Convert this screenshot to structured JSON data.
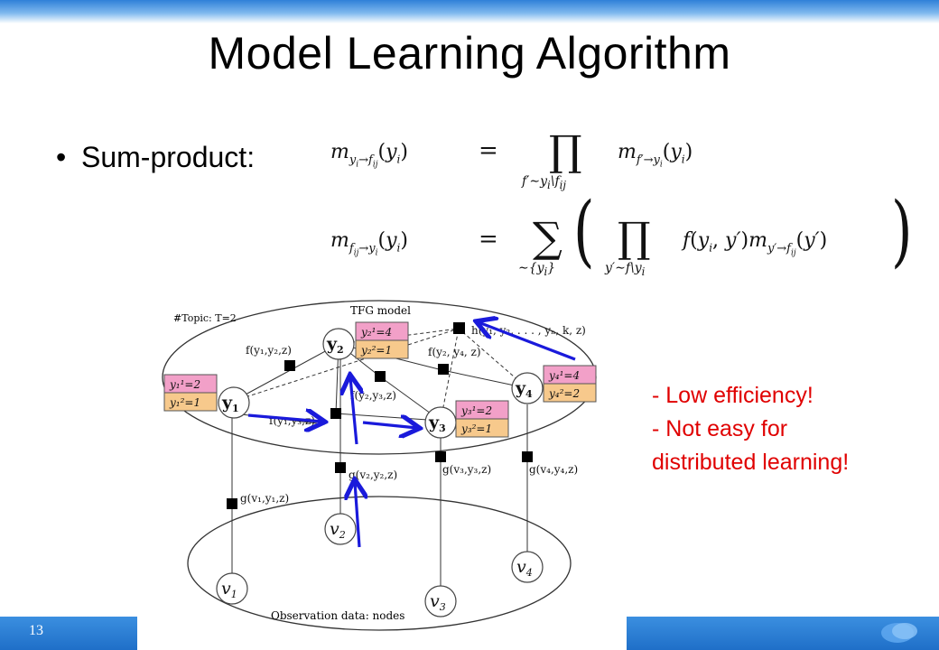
{
  "slide": {
    "title": "Model Learning Algorithm",
    "page_number": "13",
    "bullet": "Sum-product:"
  },
  "notes": {
    "line1": "- Low efficiency!",
    "line2": "- Not easy for",
    "line3": "distributed learning!"
  },
  "diagram": {
    "topic_label": "#Topic: T=2",
    "tfg_label": "TFG model",
    "observation_label": "Observation data: nodes",
    "latent_nodes": [
      "y",
      "y",
      "y",
      "y"
    ],
    "latent_subs": [
      "1",
      "2",
      "3",
      "4"
    ],
    "obs_nodes": [
      "v",
      "v",
      "v",
      "v"
    ],
    "tables": {
      "y1": [
        "y₁¹=2",
        "y₁²=1"
      ],
      "y2": [
        "y₂¹=4",
        "y₂²=1"
      ],
      "y3": [
        "y₃¹=2",
        "y₃²=1"
      ],
      "y4": [
        "y₄¹=4",
        "y₄²=2"
      ]
    },
    "factors": {
      "f12": "f(y₁,y₂,z)",
      "f24": "f(y₂, y₄, z)",
      "f23": "f(y₂,y₃,z)",
      "f13": "f(y₁,y₃,z)",
      "h": "h(y₁, y₂, . . . , yₙ, k, z)",
      "g1": "g(v₁,y₁,z)",
      "g2": "g(v₂,y₂,z)",
      "g3": "g(v₃,y₃,z)",
      "g4": "g(v₄,y₄,z)"
    },
    "colors": {
      "pink": "#f2a0c8",
      "orange": "#f7c98c",
      "arrow": "#1a1adb"
    }
  }
}
